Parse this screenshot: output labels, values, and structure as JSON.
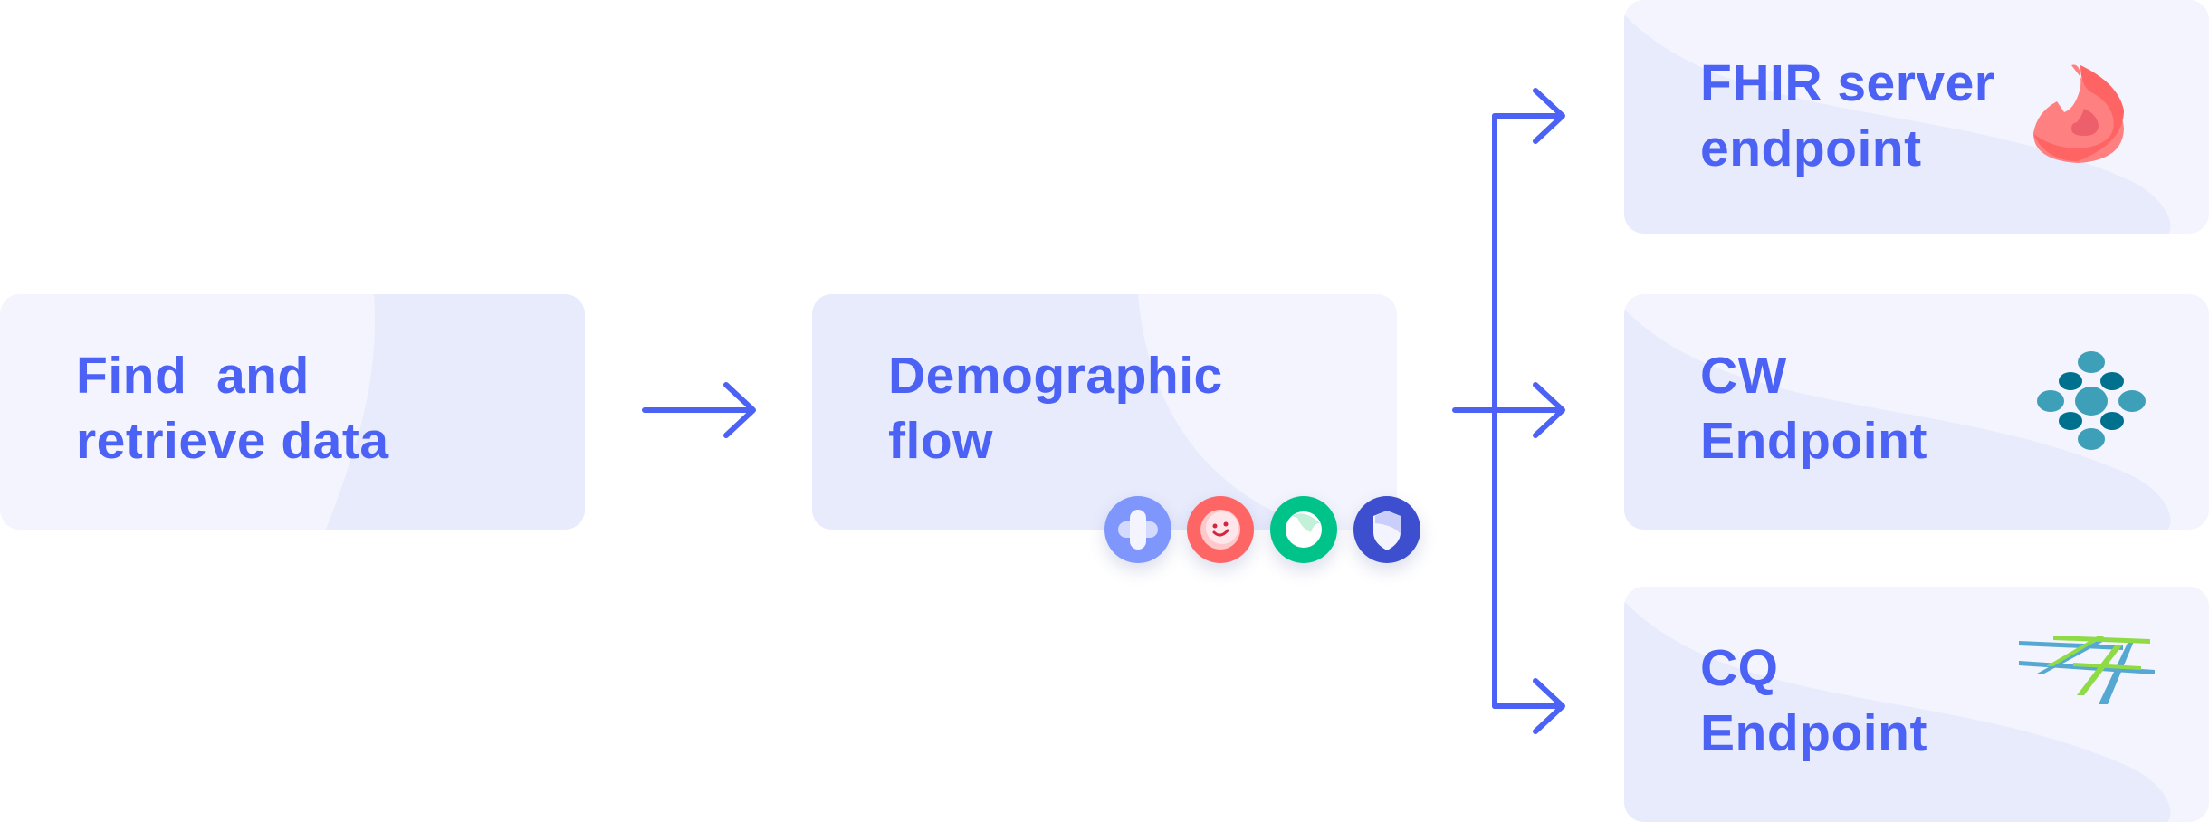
{
  "nodes": {
    "source": {
      "label_line1": "Find  and",
      "label_line2": "retrieve data"
    },
    "flow": {
      "label_line1": "Demographic",
      "label_line2": "flow"
    },
    "endpoints": [
      {
        "label_line1": "FHIR server",
        "label_line2": "endpoint",
        "icon": "flame-icon"
      },
      {
        "label_line1": "CW",
        "label_line2": "Endpoint",
        "icon": "commonwell-icon"
      },
      {
        "label_line1": "CQ",
        "label_line2": "Endpoint",
        "icon": "carequality-icon"
      }
    ]
  },
  "flow_badges": [
    "plus-icon",
    "smiley-icon",
    "leaf-icon",
    "shield-icon"
  ],
  "colors": {
    "accent": "#4b62f5",
    "box": "#f3f4fd",
    "box_shade": "#e8ebfc",
    "badge_blue": "#7f97fd",
    "badge_red": "#fe6565",
    "badge_green": "#00c389",
    "badge_navy": "#3d4fcf"
  }
}
